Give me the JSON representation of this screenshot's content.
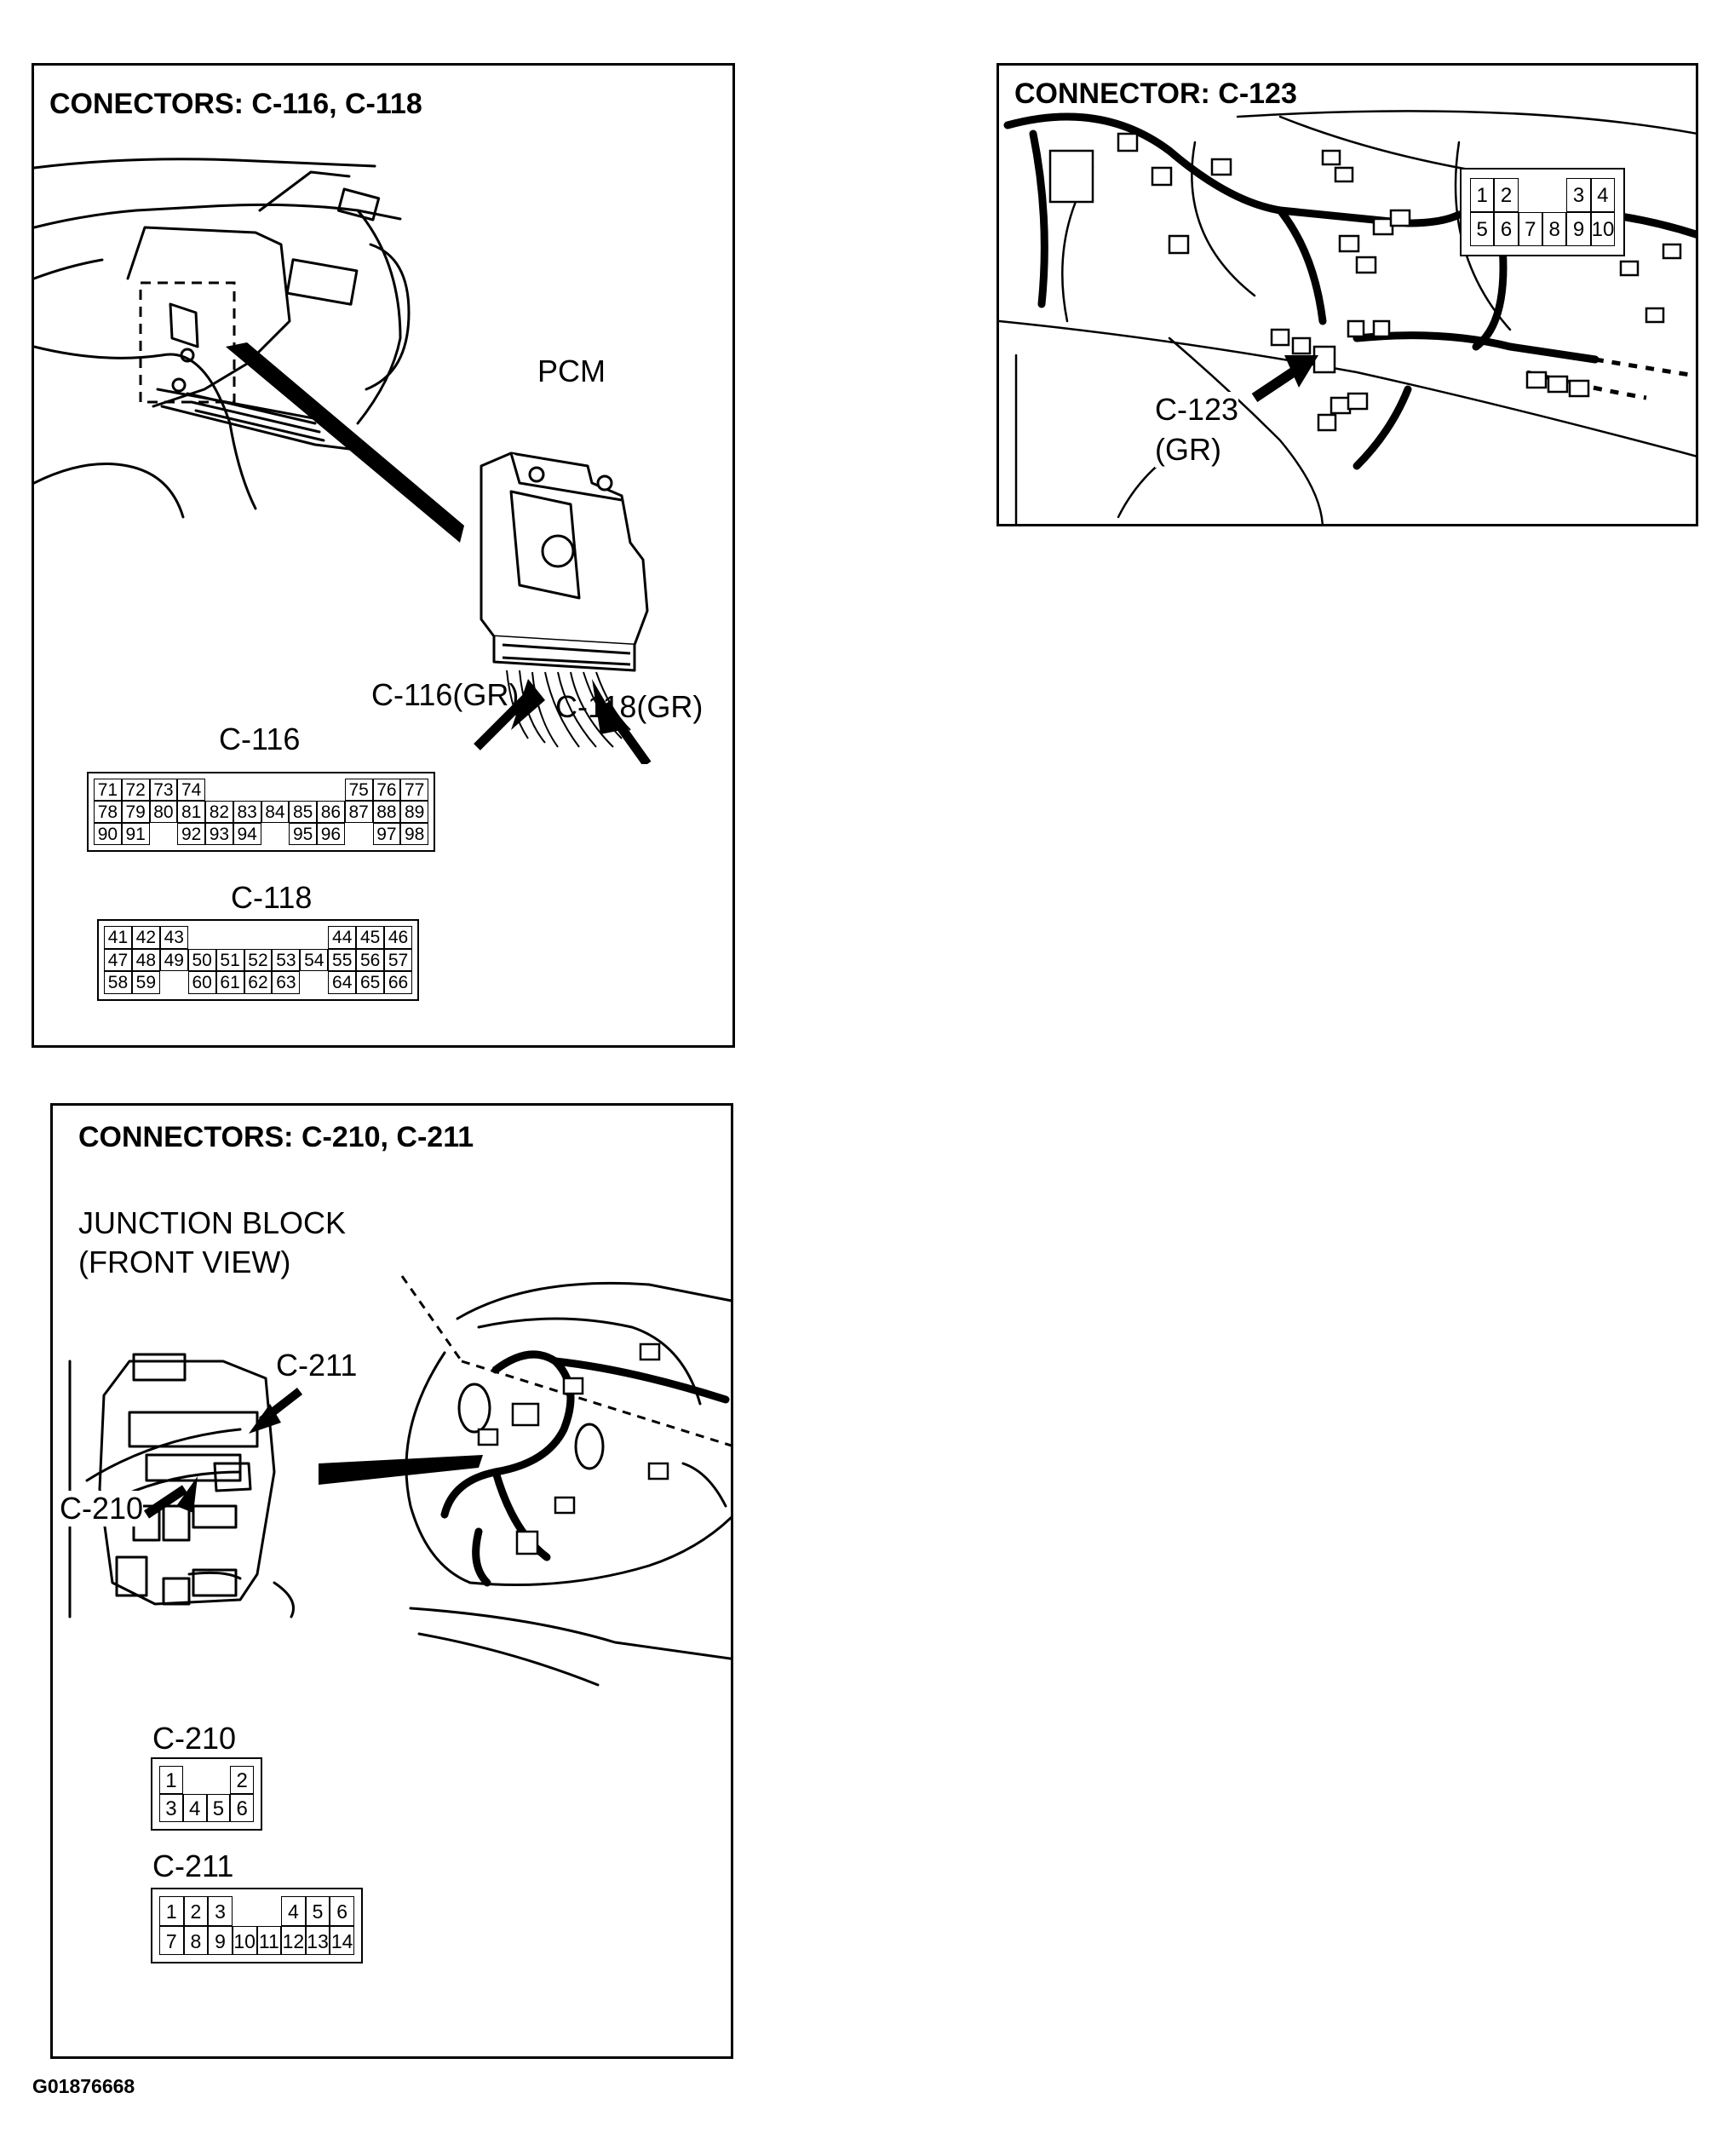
{
  "panels": {
    "c116_c118": {
      "title": "CONECTORS: C-116, C-118",
      "pcm_label": "PCM",
      "arrow_c116": "C-116(GR)",
      "arrow_c118": "C-118(GR)",
      "c116": {
        "name": "C-116",
        "rows": [
          [
            "71",
            "72",
            "73",
            "74",
            "",
            "",
            "",
            "",
            "",
            "75",
            "76",
            "77"
          ],
          [
            "78",
            "79",
            "80",
            "81",
            "82",
            "83",
            "84",
            "85",
            "86",
            "87",
            "88",
            "89"
          ],
          [
            "90",
            "91",
            "",
            "92",
            "93",
            "94",
            "",
            "95",
            "96",
            "",
            "97",
            "98"
          ]
        ]
      },
      "c118": {
        "name": "C-118",
        "rows": [
          [
            "41",
            "42",
            "43",
            "",
            "",
            "",
            "",
            "",
            "44",
            "45",
            "46"
          ],
          [
            "47",
            "48",
            "49",
            "50",
            "51",
            "52",
            "53",
            "54",
            "55",
            "56",
            "57"
          ],
          [
            "58",
            "59",
            "",
            "60",
            "61",
            "62",
            "63",
            "",
            "64",
            "65",
            "66"
          ]
        ]
      }
    },
    "c123": {
      "title": "CONNECTOR: C-123",
      "arrow_label_1": "C-123",
      "arrow_label_2": "(GR)",
      "rows": [
        [
          "1",
          "2",
          "",
          "",
          "3",
          "4"
        ],
        [
          "5",
          "6",
          "7",
          "8",
          "9",
          "10"
        ]
      ]
    },
    "c210_c211": {
      "title": "CONNECTORS: C-210, C-211",
      "jb_label_1": "JUNCTION BLOCK",
      "jb_label_2": "(FRONT VIEW)",
      "arrow_c211": "C-211",
      "arrow_c210": "C-210",
      "c210": {
        "name": "C-210",
        "rows": [
          [
            "1",
            "",
            "",
            "2"
          ],
          [
            "3",
            "4",
            "5",
            "6"
          ]
        ]
      },
      "c211": {
        "name": "C-211",
        "rows": [
          [
            "1",
            "2",
            "3",
            "",
            "",
            "4",
            "5",
            "6"
          ],
          [
            "7",
            "8",
            "9",
            "10",
            "11",
            "12",
            "13",
            "14"
          ]
        ]
      }
    }
  },
  "footer_code": "G01876668"
}
